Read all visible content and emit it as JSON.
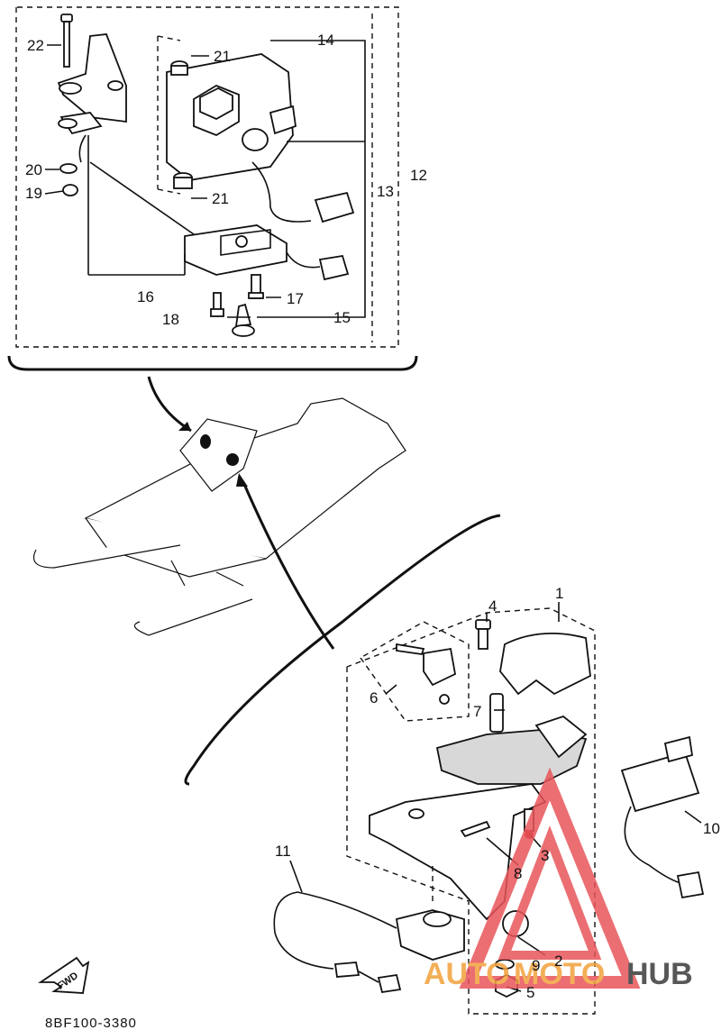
{
  "diagram": {
    "code": "8BF100-3380",
    "fwd_label": "FWD",
    "callouts": [
      "1",
      "2",
      "3",
      "4",
      "5",
      "6",
      "7",
      "8",
      "9",
      "10",
      "11",
      "12",
      "13",
      "14",
      "15",
      "16",
      "17",
      "18",
      "19",
      "20",
      "21",
      "21",
      "22"
    ]
  },
  "watermark": {
    "text_auto": "AUTO",
    "text_moto": "MOTO",
    "text_hub": "HUB",
    "color_red": "#e8555a",
    "color_orange": "#f2a23c",
    "color_dark": "#3a3a3a"
  }
}
